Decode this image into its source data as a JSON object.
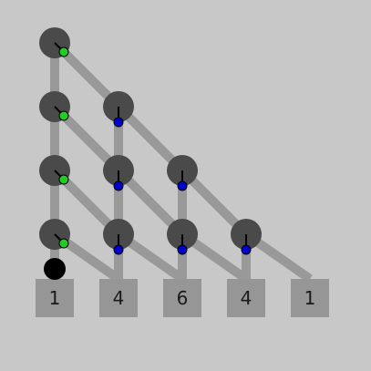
{
  "game": {
    "board_color": "#c8c8c8",
    "peg_color": "#4a4a4a",
    "rail_color": "#999999",
    "bin_color": "#969696",
    "ball_color": "#000000",
    "left_indicator_color": "#22cc22",
    "right_indicator_color": "#0000cc",
    "rows": 4,
    "pegs": [
      {
        "row": 0,
        "col": 0,
        "direction": "left"
      },
      {
        "row": 1,
        "col": 0,
        "direction": "left"
      },
      {
        "row": 1,
        "col": 1,
        "direction": "right"
      },
      {
        "row": 2,
        "col": 0,
        "direction": "left"
      },
      {
        "row": 2,
        "col": 1,
        "direction": "right"
      },
      {
        "row": 2,
        "col": 2,
        "direction": "right"
      },
      {
        "row": 3,
        "col": 0,
        "direction": "left"
      },
      {
        "row": 3,
        "col": 1,
        "direction": "right"
      },
      {
        "row": 3,
        "col": 2,
        "direction": "right"
      },
      {
        "row": 3,
        "col": 3,
        "direction": "right"
      }
    ],
    "ball": {
      "row": 4,
      "col": 0
    },
    "bins": [
      {
        "label": "1"
      },
      {
        "label": "4"
      },
      {
        "label": "6"
      },
      {
        "label": "4"
      },
      {
        "label": "1"
      }
    ]
  }
}
